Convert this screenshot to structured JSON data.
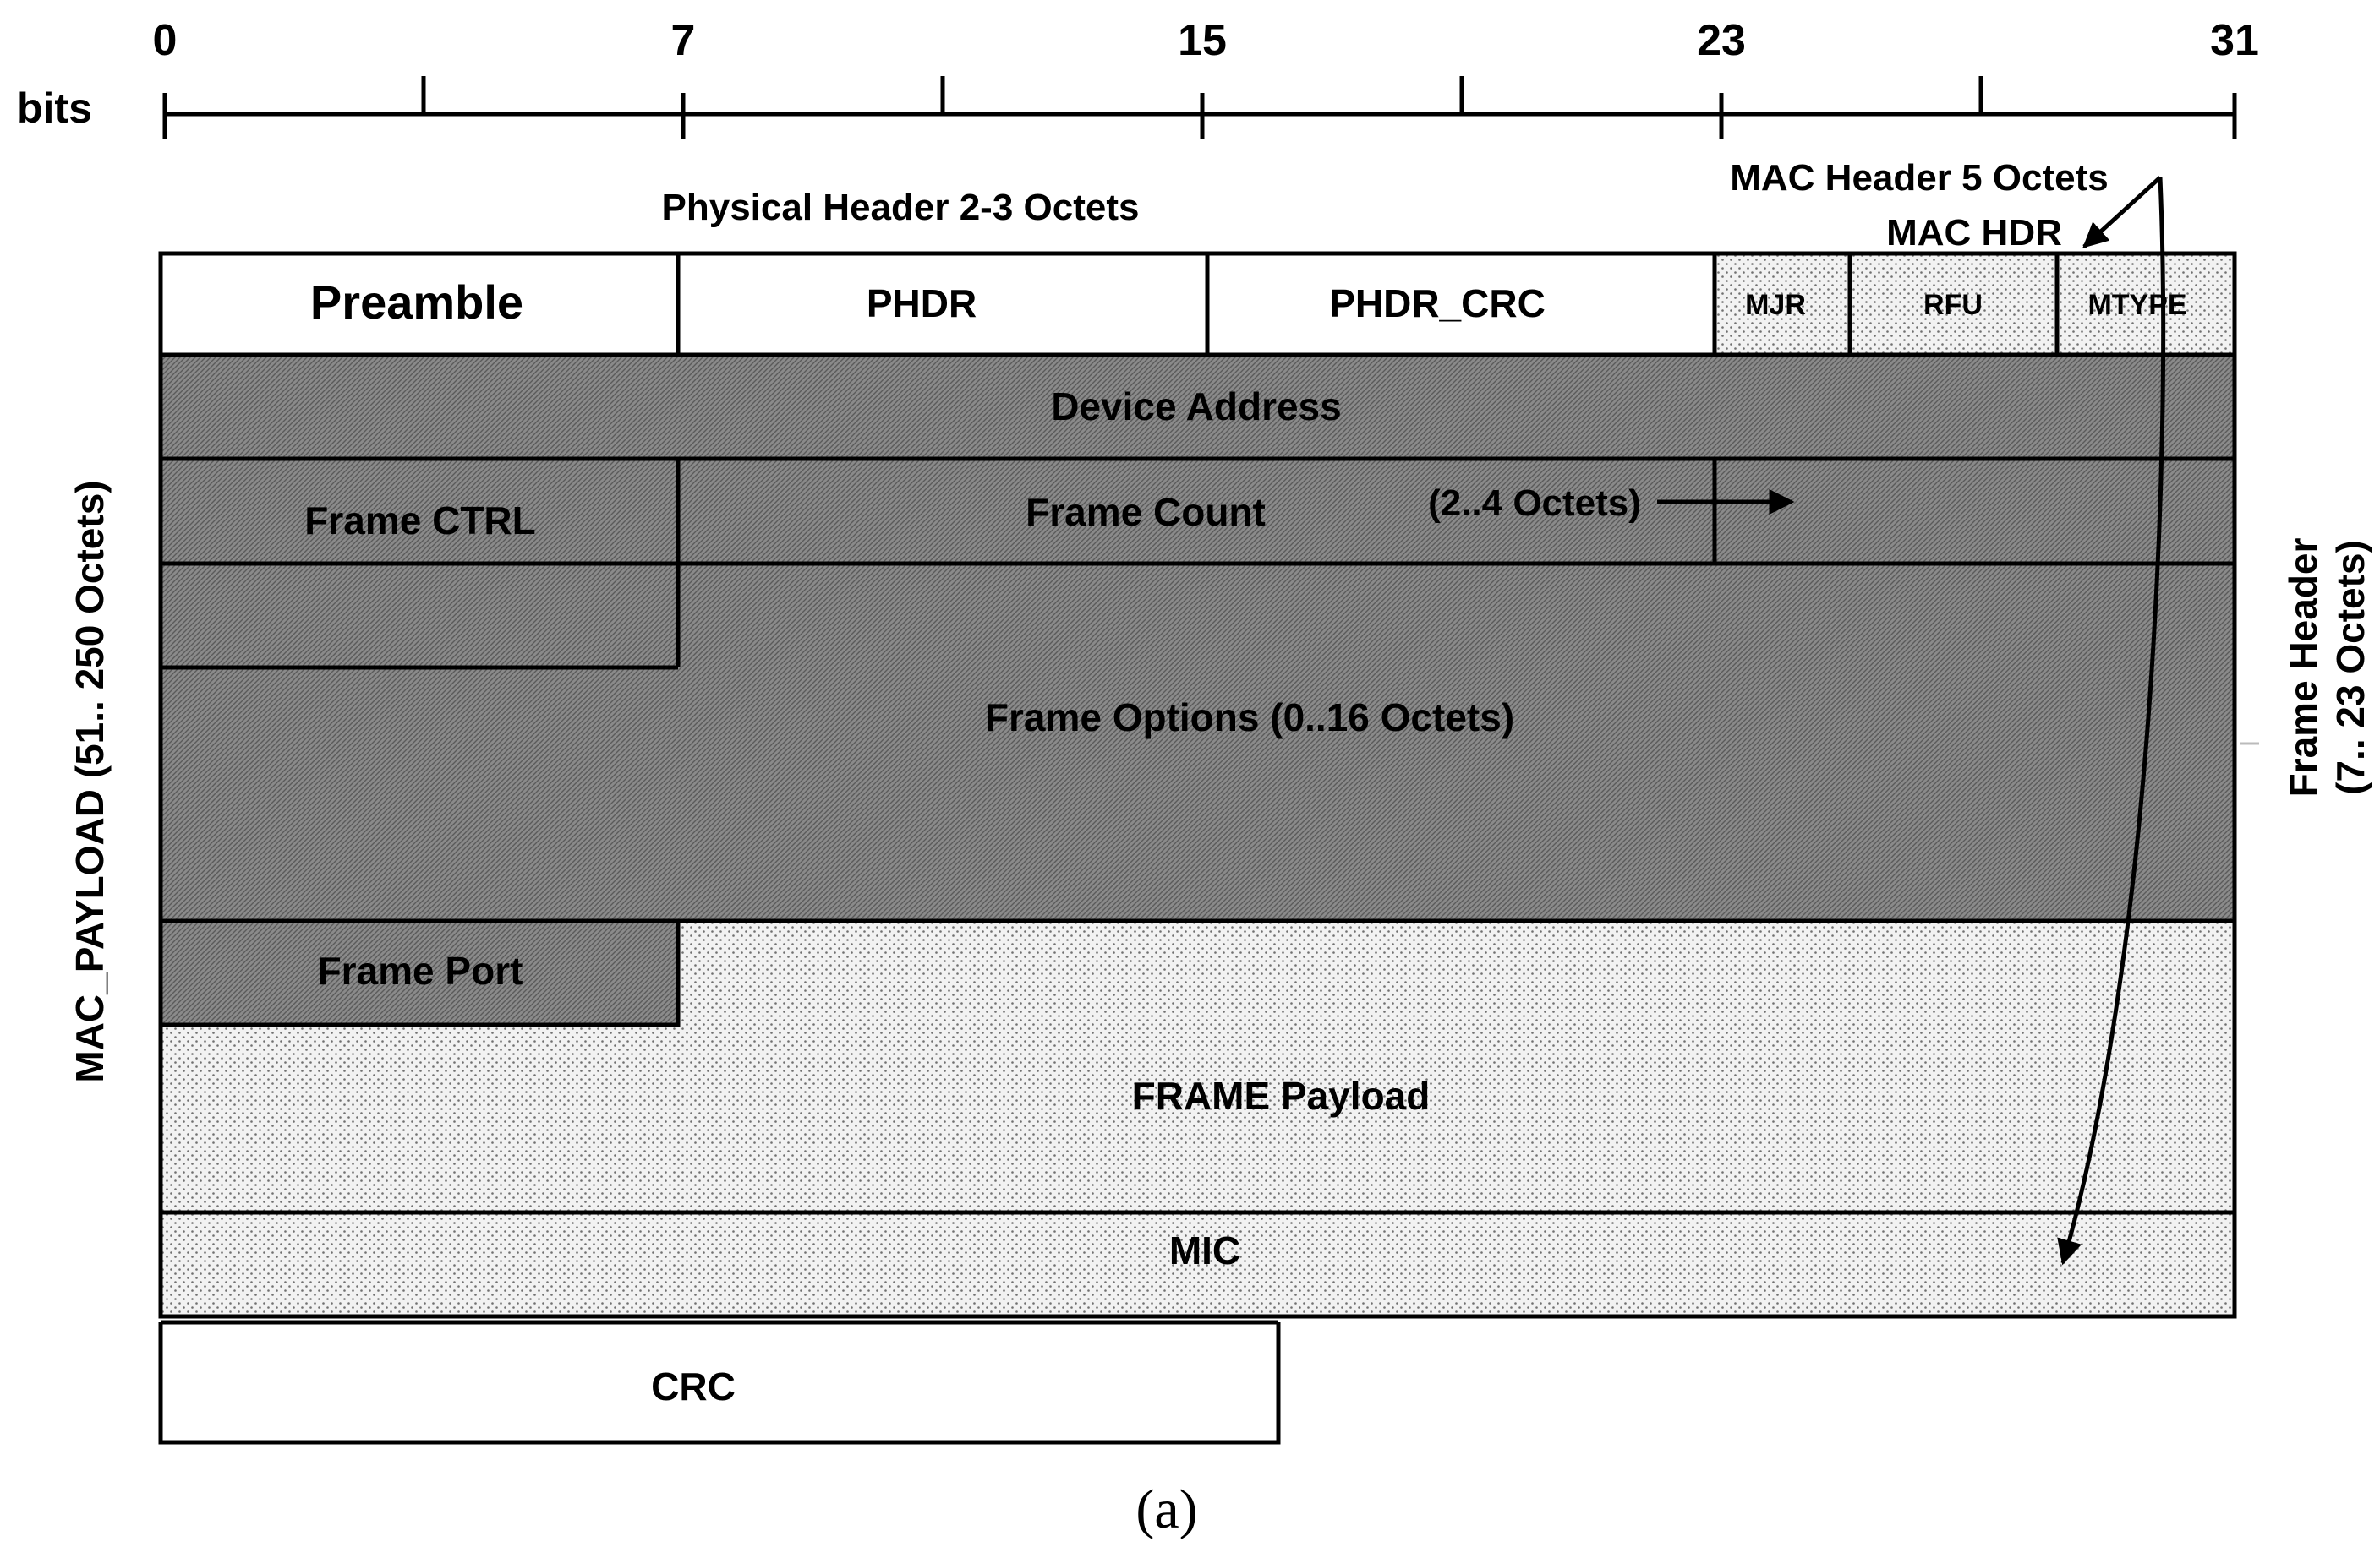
{
  "ruler": {
    "unit_label": "bits",
    "ticks": [
      "0",
      "7",
      "15",
      "23",
      "31"
    ]
  },
  "annotations": {
    "physical_header": "Physical Header 2-3 Octets",
    "mac_header": "MAC Header 5 Octets",
    "mac_hdr": "MAC HDR",
    "frame_count_size": "(2..4 Octets)",
    "mac_payload": "MAC_PAYLOAD (51.. 250 Octets)",
    "frame_header_line1": "Frame Header",
    "frame_header_line2": "(7.. 23 Octets)"
  },
  "fields": {
    "preamble": "Preamble",
    "phdr": "PHDR",
    "phdr_crc": "PHDR_CRC",
    "mjr": "MJR",
    "rfu": "RFU",
    "mtype": "MTYPE",
    "device_address": "Device Address",
    "frame_ctrl": "Frame CTRL",
    "frame_count": "Frame Count",
    "frame_options": "Frame Options (0..16 Octets)",
    "frame_port": "Frame Port",
    "frame_payload": "FRAME Payload",
    "mic": "MIC",
    "crc": "CRC"
  },
  "caption": "(a)"
}
